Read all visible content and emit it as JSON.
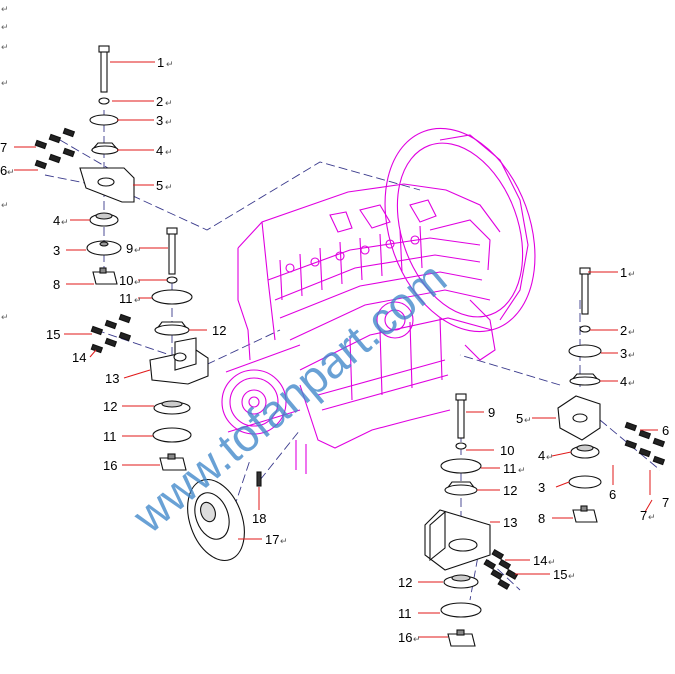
{
  "diagram": {
    "watermark": "www.tofanpart.com",
    "return_mark": "↵",
    "colors": {
      "engine": "#e000e0",
      "leader": "#e01a1a",
      "parts": "#111111",
      "dash": "#3a3a8c",
      "watermark": "#3f86c9"
    },
    "callouts": [
      {
        "label": "1"
      },
      {
        "label": "2"
      },
      {
        "label": "3"
      },
      {
        "label": "4"
      },
      {
        "label": "5"
      },
      {
        "label": "7"
      },
      {
        "label": "6"
      },
      {
        "label": "4"
      },
      {
        "label": "3"
      },
      {
        "label": "8"
      },
      {
        "label": "9"
      },
      {
        "label": "10"
      },
      {
        "label": "11"
      },
      {
        "label": "12"
      },
      {
        "label": "15"
      },
      {
        "label": "14"
      },
      {
        "label": "13"
      },
      {
        "label": "12"
      },
      {
        "label": "11"
      },
      {
        "label": "16"
      },
      {
        "label": "18"
      },
      {
        "label": "17"
      },
      {
        "label": "1"
      },
      {
        "label": "2"
      },
      {
        "label": "3"
      },
      {
        "label": "4"
      },
      {
        "label": "5"
      },
      {
        "label": "6"
      },
      {
        "label": "4"
      },
      {
        "label": "6"
      },
      {
        "label": "7"
      },
      {
        "label": "3"
      },
      {
        "label": "7"
      },
      {
        "label": "8"
      },
      {
        "label": "9"
      },
      {
        "label": "10"
      },
      {
        "label": "11"
      },
      {
        "label": "12"
      },
      {
        "label": "13"
      },
      {
        "label": "14"
      },
      {
        "label": "15"
      },
      {
        "label": "12"
      },
      {
        "label": "11"
      },
      {
        "label": "16"
      }
    ]
  }
}
